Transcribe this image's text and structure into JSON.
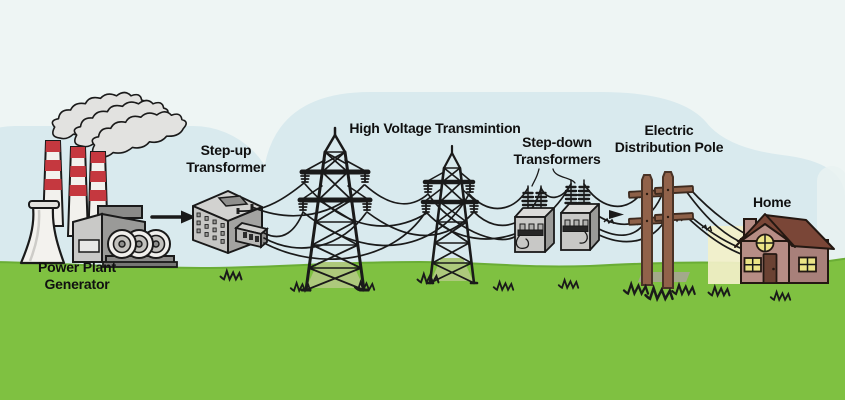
{
  "labels": {
    "power_plant": {
      "line1": "Power Plant",
      "line2": "Generator"
    },
    "step_up": {
      "line1": "Step-up",
      "line2": "Transformer"
    },
    "high_voltage": {
      "line1": "High Voltage Transmintion"
    },
    "step_down": {
      "line1": "Step-down",
      "line2": "Transformers"
    },
    "distribution_pole": {
      "line1": "Electric",
      "line2": "Distribution Pole"
    },
    "home": {
      "line1": "Home"
    }
  },
  "colors": {
    "sky": "#eef5f4",
    "cloud": "#d9eaee",
    "cloud_streak": "#e9f2f1",
    "grass": "#7fc141",
    "grass_edge": "#6aad35",
    "ground_shadow": "#adc97c",
    "outline": "#1a1a1a",
    "stripe_red": "#c5383f",
    "smoke_gray": "#e2e2e0",
    "metal_light": "#d8d8d6",
    "metal_mid": "#c6c6c4",
    "metal_dark": "#9b9b99",
    "pole_brown": "#91624a",
    "arm_brown": "#8d6048",
    "roof_brown": "#7a4637",
    "wall_mauve": "#b78d85",
    "wall_side": "#a8807a",
    "door_brown": "#6b4233",
    "window_yellow": "#ebe486",
    "glow_yellow": "#f3f0c9",
    "label_text": "#101010"
  }
}
